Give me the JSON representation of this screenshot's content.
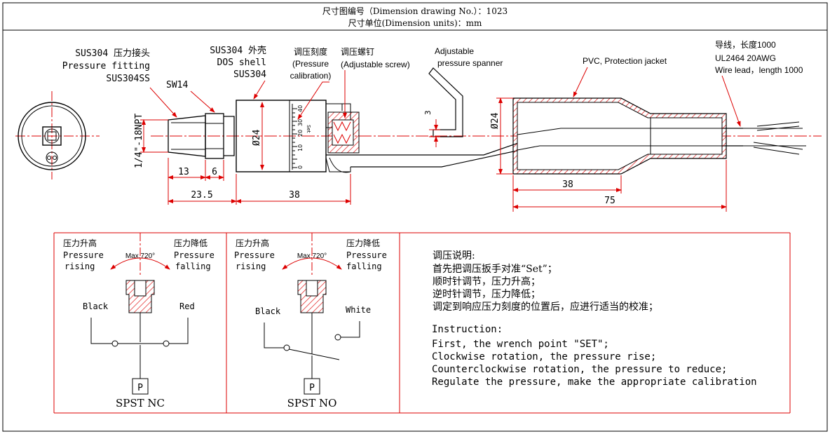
{
  "header": {
    "line1": "尺寸图编号（Dimension drawing No.）：1023",
    "line2": "尺寸单位(Dimension units)：mm"
  },
  "labels": {
    "fitting_cn": "SUS304  压力接头",
    "fitting_en": "Pressure fitting",
    "fitting_ss": "SUS304SS",
    "sw": "SW14",
    "shell_cn": "SUS304  外壳",
    "shell_en": "DOS shell",
    "shell_ss": "SUS304",
    "calib_cn": "调压刻度",
    "calib_en1": "(Pressure",
    "calib_en2": "calibration)",
    "screw_cn": "调压螺钉",
    "screw_en": "(Adjustable screw)",
    "spanner1": "Adjustable",
    "spanner2": "pressure spanner",
    "jacket": "PVC, Protection jacket",
    "wire1": "导线，长度1000",
    "wire2": "UL2464 20AWG",
    "wire3": "Wire lead，length 1000"
  },
  "dimensions": {
    "thread": "1/4\"-18NPT",
    "d24_body": "Ø24",
    "d24_jacket": "Ø24",
    "spanner_3": "3",
    "len_13": "13",
    "len_6": "6",
    "len_23_5": "23.5",
    "len_38": "38",
    "len_38b": "38",
    "len_75": "75",
    "scale_set": "Set"
  },
  "scale_ticks": [
    "0",
    "10",
    "20",
    "30",
    "40"
  ],
  "circuits": {
    "rise_cn": "压力升高",
    "rise_en1": "Pressure",
    "rise_en2": "rising",
    "fall_cn": "压力降低",
    "fall_en1": "Pressure",
    "fall_en2": "falling",
    "max": "Max.720°",
    "nc": {
      "left": "Black",
      "right": "Red",
      "p": "P",
      "title": "SPST NC"
    },
    "no": {
      "left": "Black",
      "right": "White",
      "p": "P",
      "title": "SPST NO"
    }
  },
  "instructions": {
    "cn_title": "调压说明:",
    "cn_lines": [
      "首先把调压扳手对准“Set”；",
      "顺时针调节，压力升高；",
      "逆时针调节，压力降低；",
      "调定到响应压力刻度的位置后，应进行适当的校准；"
    ],
    "en_title": "Instruction:",
    "en_lines": [
      "First, the wrench point \"SET\";",
      "Clockwise rotation, the pressure rise;",
      "Counterclockwise rotation, the pressure to reduce;",
      "Regulate the pressure, make the appropriate calibration"
    ]
  },
  "colors": {
    "dimension": "#dd0000",
    "hatch": "#dd0000",
    "outline": "#000000"
  }
}
